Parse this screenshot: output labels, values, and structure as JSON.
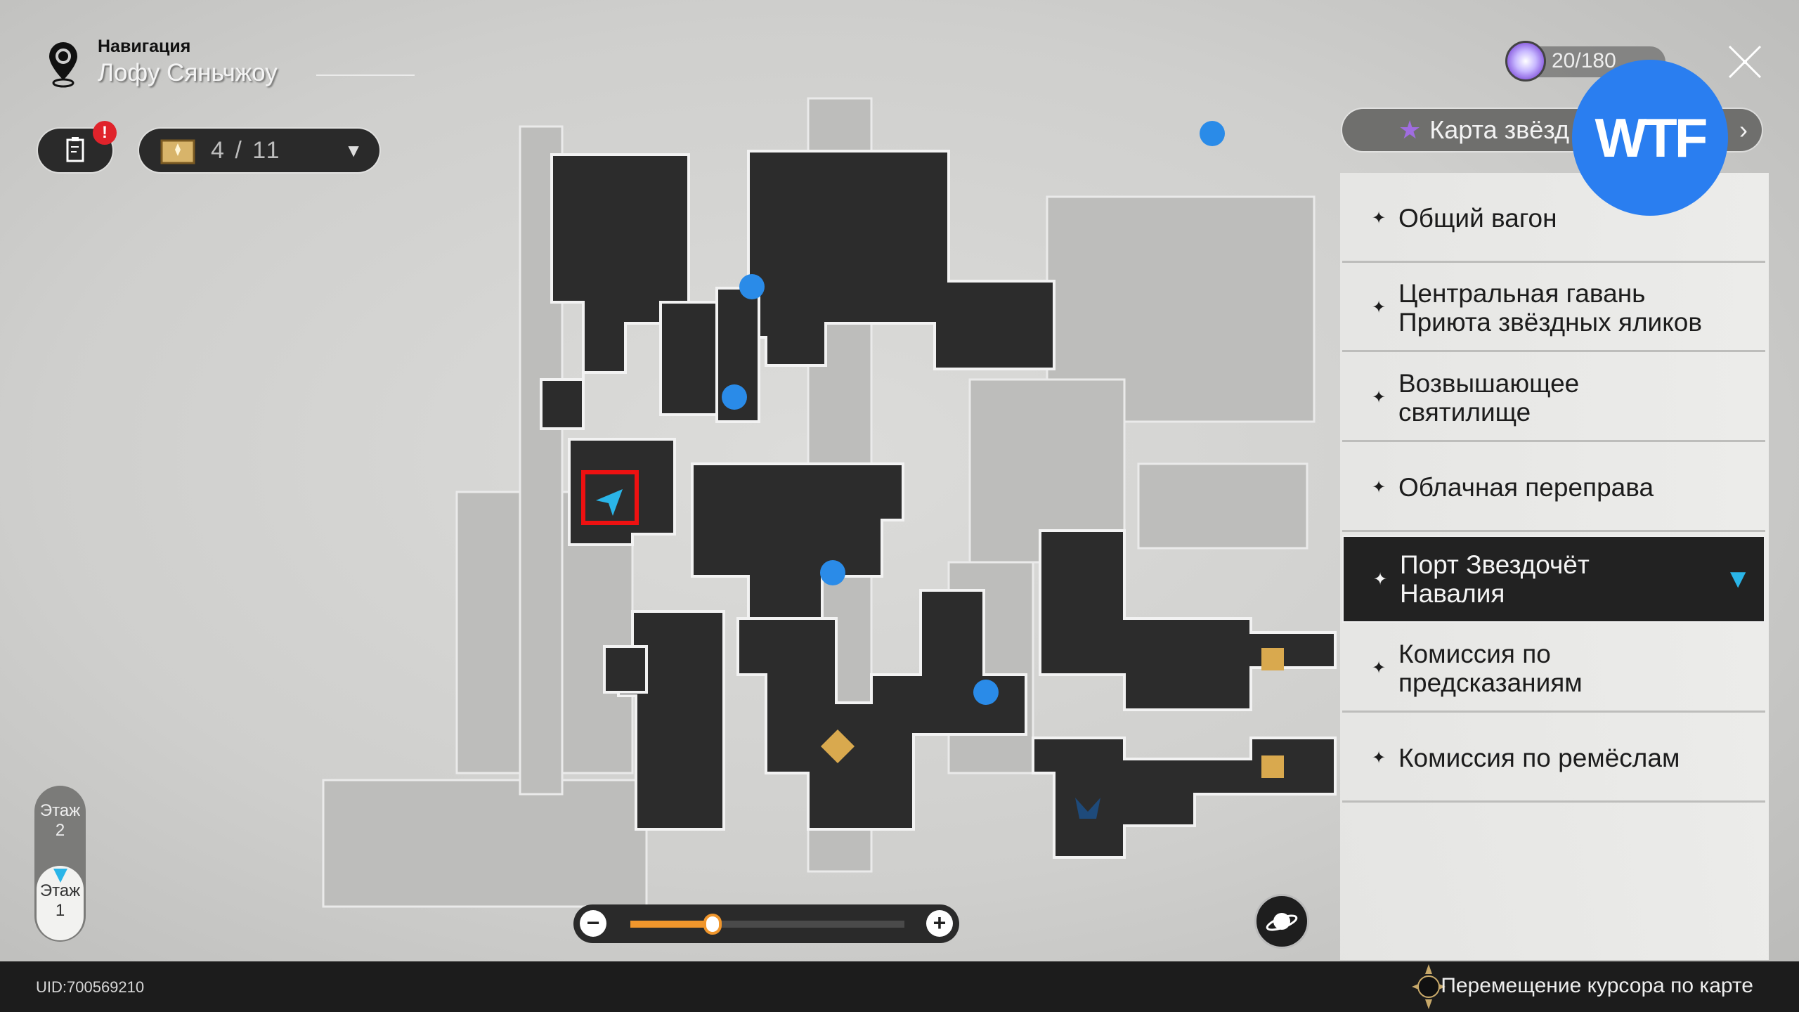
{
  "navigation": {
    "label": "Навигация",
    "location": "Лофу Сяньчжоу"
  },
  "toolbar": {
    "missions_alert": "!",
    "chest_count": "4 / 11"
  },
  "stamina": {
    "text": "20/180"
  },
  "star_map": {
    "label": "Карта звёзд"
  },
  "overlay_badge": "WTF",
  "areas": [
    {
      "label": "Общий вагон",
      "selected": false
    },
    {
      "label": "Центральная гавань Приюта звёздных яликов",
      "selected": false
    },
    {
      "label": "Возвышающее святилище",
      "selected": false
    },
    {
      "label": "Облачная переправа",
      "selected": false
    },
    {
      "label": "Порт Звездочёт Навалия",
      "selected": true
    },
    {
      "label": "Комиссия по предсказаниям",
      "selected": false
    },
    {
      "label": "Комиссия по ремёслам",
      "selected": false
    }
  ],
  "floors": [
    {
      "label": "Этаж",
      "num": "2"
    },
    {
      "label": "Этаж",
      "num": "1",
      "current": true
    }
  ],
  "zoom": {
    "minus": "−",
    "plus": "+",
    "level": 0.3
  },
  "footer": {
    "uid": "UID:700569210",
    "hint": "Перемещение курсора по карте"
  },
  "colors": {
    "accent": "#f0962c",
    "selected_marker": "#2ab5e8",
    "badge": "#2a7ef0"
  }
}
